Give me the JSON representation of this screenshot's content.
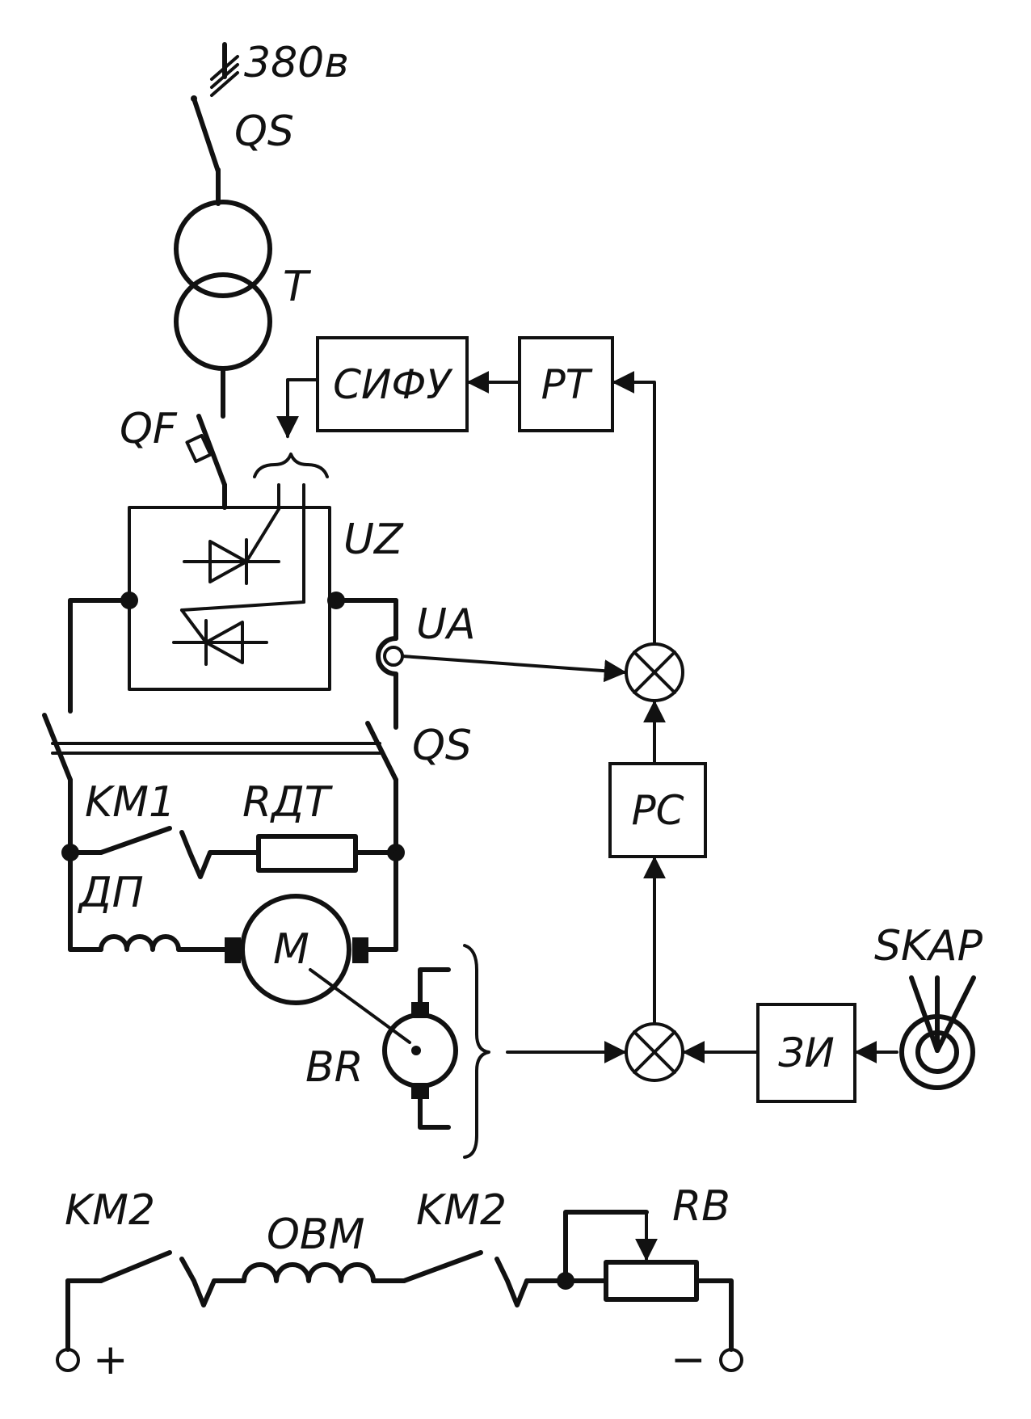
{
  "labels": {
    "voltage": "380в",
    "qs_top": "QS",
    "transformer": "T",
    "qf": "QF",
    "uz": "UZ",
    "ua": "UA",
    "qs_mid": "QS",
    "km1": "KM1",
    "rdt": "RДT",
    "dp": "ДП",
    "motor": "M",
    "br": "BR",
    "skap": "SKAP",
    "km2_left": "KM2",
    "obm": "OBM",
    "km2_right": "KM2",
    "rb": "RB",
    "plus": "+",
    "minus": "−"
  },
  "blocks": {
    "sifu": "СИФУ",
    "rt": "PT",
    "rc": "PC",
    "zi": "ЗИ"
  }
}
